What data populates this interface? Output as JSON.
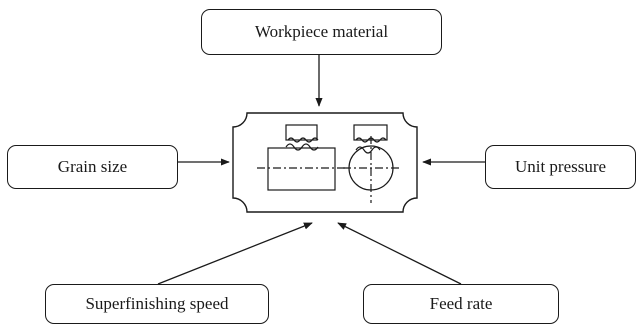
{
  "diagram": {
    "factors": {
      "workpiece_material": "Workpiece material",
      "grain_size": "Grain size",
      "unit_pressure": "Unit pressure",
      "superfinishing_speed": "Superfinishing speed",
      "feed_rate": "Feed rate"
    },
    "colors": {
      "stroke": "#1a1a1a",
      "background": "#ffffff"
    }
  }
}
